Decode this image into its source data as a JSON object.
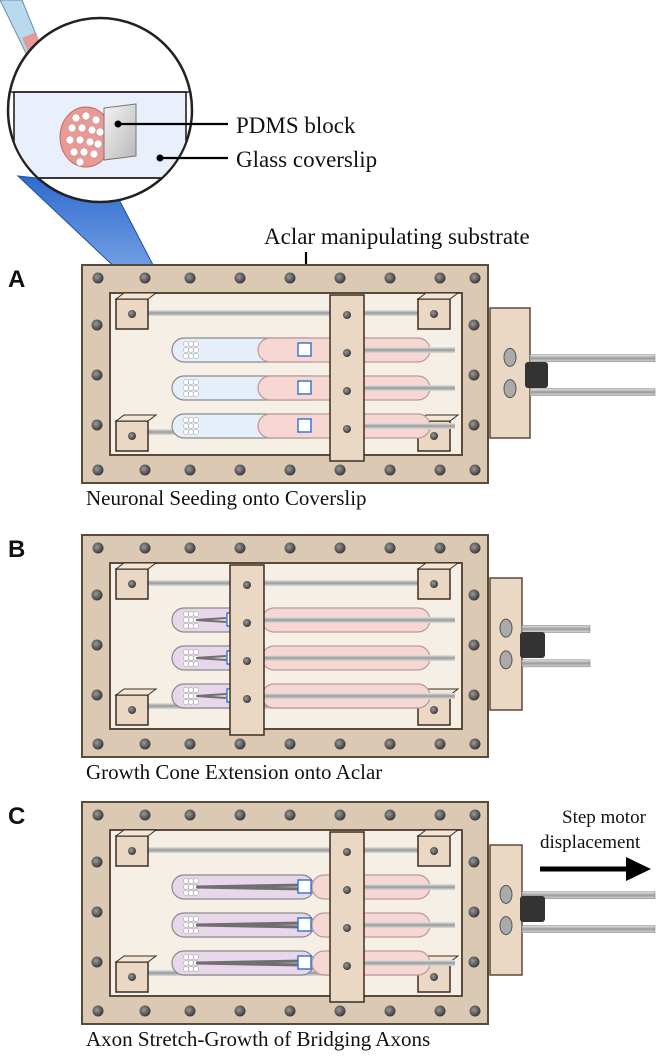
{
  "callout": {
    "pdms_label": "PDMS block",
    "glass_label": "Glass coverslip",
    "aclar_label": "Aclar manipulating substrate"
  },
  "panels": [
    {
      "letter": "A",
      "caption": "Neuronal Seeding onto Coverslip",
      "stage": "seeding"
    },
    {
      "letter": "B",
      "caption": "Growth Cone Extension onto Aclar",
      "stage": "extension"
    },
    {
      "letter": "C",
      "caption": "Axon Stretch-Growth of Bridging Axons",
      "stage": "stretch"
    }
  ],
  "motor_note": {
    "line1": "Step motor",
    "line2": "displacement"
  },
  "colors": {
    "frame": "#dcc9b4",
    "frame_stroke": "#5a4a3a",
    "bath": "#f6efe6",
    "glass": "#e6eefa",
    "cells": "#f2c7c2",
    "rod": "#b0b0b0",
    "motor_block": "#333333",
    "blue_beam": "#3f7fd8"
  }
}
